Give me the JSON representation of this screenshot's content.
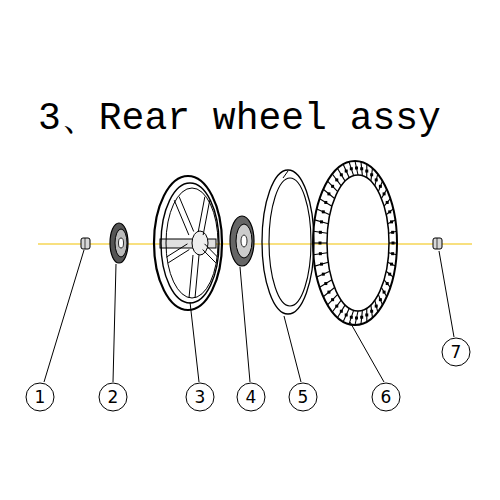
{
  "diagram": {
    "title": "3、Rear wheel assy",
    "labels": [
      "1",
      "2",
      "3",
      "4",
      "5",
      "6",
      "7"
    ]
  }
}
